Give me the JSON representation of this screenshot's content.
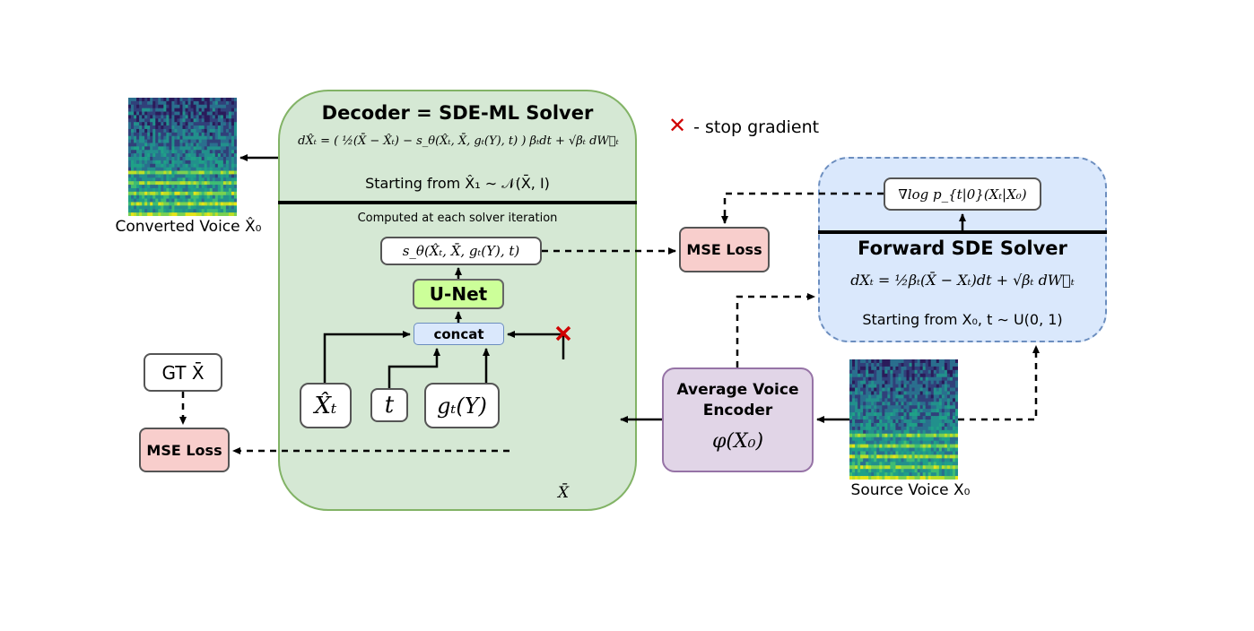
{
  "decoder": {
    "title": "Decoder = SDE-ML Solver",
    "equation": "dX̂ₜ = ( ½(X̄ − X̂ₜ) − s_θ(X̂ₜ, X̄, gₜ(Y), t) ) βₜdt + √βₜ dW⃖ₜ",
    "starting": "Starting from X̂₁ ∼ 𝒩(X̄, I)",
    "computed": "Computed at each solver iteration",
    "score": "s_θ(X̂ₜ, X̄, gₜ(Y), t)",
    "unet": "U-Net",
    "concat": "concat",
    "inputs": {
      "xt": "X̂ₜ",
      "t": "t",
      "gt": "gₜ(Y)"
    }
  },
  "forward": {
    "gradient": "∇log p_{t|0}(Xₜ|X₀)",
    "title": "Forward SDE Solver",
    "equation": "dXₜ = ½βₜ(X̄ − Xₜ)dt + √βₜ dW⃗ₜ",
    "starting": "Starting from X₀, t ∼ U(0, 1)"
  },
  "legend": {
    "symbol": "✕",
    "text": "- stop gradient"
  },
  "mse_top": "MSE Loss",
  "mse_left": "MSE Loss",
  "gt_label": "GT X̄",
  "encoder": {
    "title_line1": "Average Voice",
    "title_line2": "Encoder",
    "formula": "φ(X₀)"
  },
  "labels": {
    "converted": "Converted Voice X̂₀",
    "source": "Source Voice X₀",
    "xbar": "X̄"
  },
  "colors": {
    "decoder_fill": "#d5e8d4",
    "decoder_stroke": "#82b366",
    "forward_fill": "#dae8fc",
    "forward_stroke": "#6c8ebf",
    "mse_fill": "#f8cecc",
    "unet_fill": "#ccff99",
    "encoder_fill": "#e1d5e7",
    "encoder_stroke": "#9673a6",
    "stop_gradient": "#d00000"
  }
}
